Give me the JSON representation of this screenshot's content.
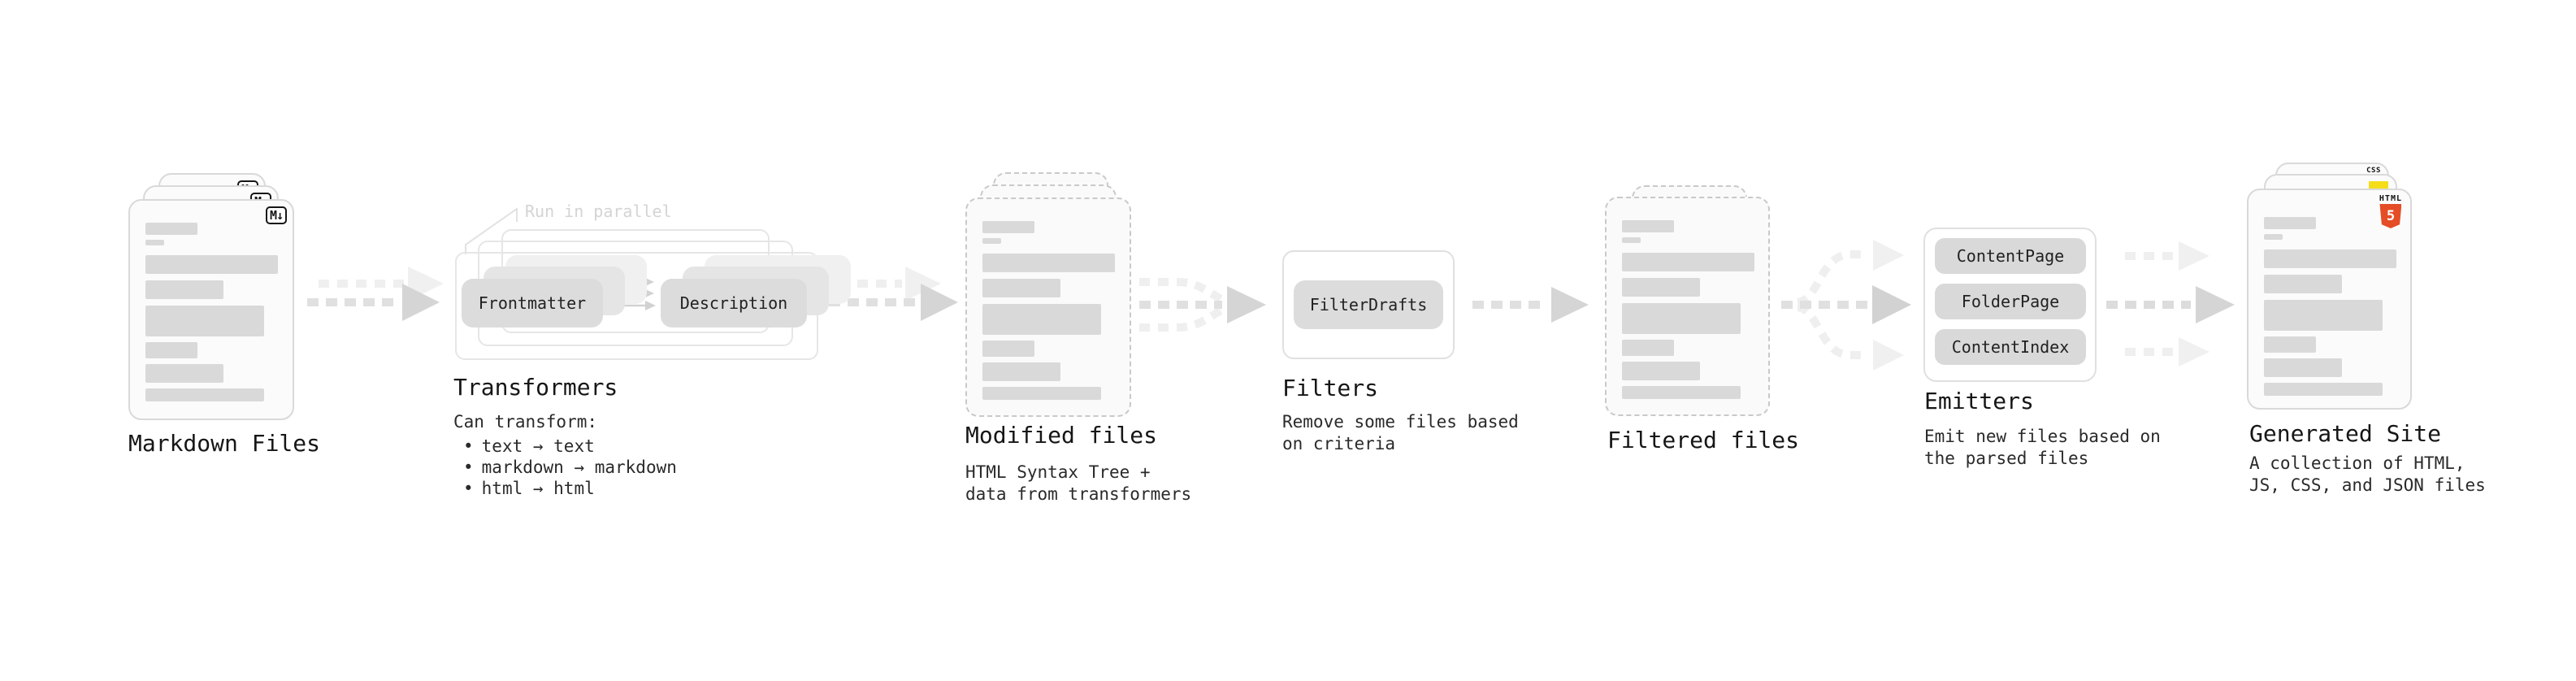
{
  "colors": {
    "bar_gray": "#d9d9d9",
    "html_orange": "#e44d26",
    "js_yellow": "#f5de19",
    "css_blue": "#2c63e8"
  },
  "markdown_files": {
    "label": "Markdown Files",
    "badge": "M↓"
  },
  "transformers": {
    "annotation": "Run in parallel",
    "node_frontmatter": "Frontmatter",
    "node_description": "Description",
    "label": "Transformers",
    "caption_heading": "Can transform:",
    "bullet": "•",
    "items": [
      "text → text",
      "markdown → markdown",
      "html → html"
    ]
  },
  "modified_files": {
    "label": "Modified files",
    "caption": [
      "HTML Syntax Tree +",
      "data from transformers"
    ]
  },
  "filters": {
    "node_filterdrafts": "FilterDrafts",
    "label": "Filters",
    "caption": [
      "Remove some files based",
      "on criteria"
    ]
  },
  "filtered_files": {
    "label": "Filtered files"
  },
  "emitters": {
    "nodes": [
      "ContentPage",
      "FolderPage",
      "ContentIndex"
    ],
    "label": "Emitters",
    "caption": [
      "Emit new files based on",
      "the parsed files"
    ]
  },
  "generated_site": {
    "label": "Generated Site",
    "badge_css": "CSS",
    "badge_html": "HTML",
    "badge_html_number": "5",
    "caption": [
      "A collection of HTML,",
      "JS, CSS, and JSON files"
    ]
  }
}
